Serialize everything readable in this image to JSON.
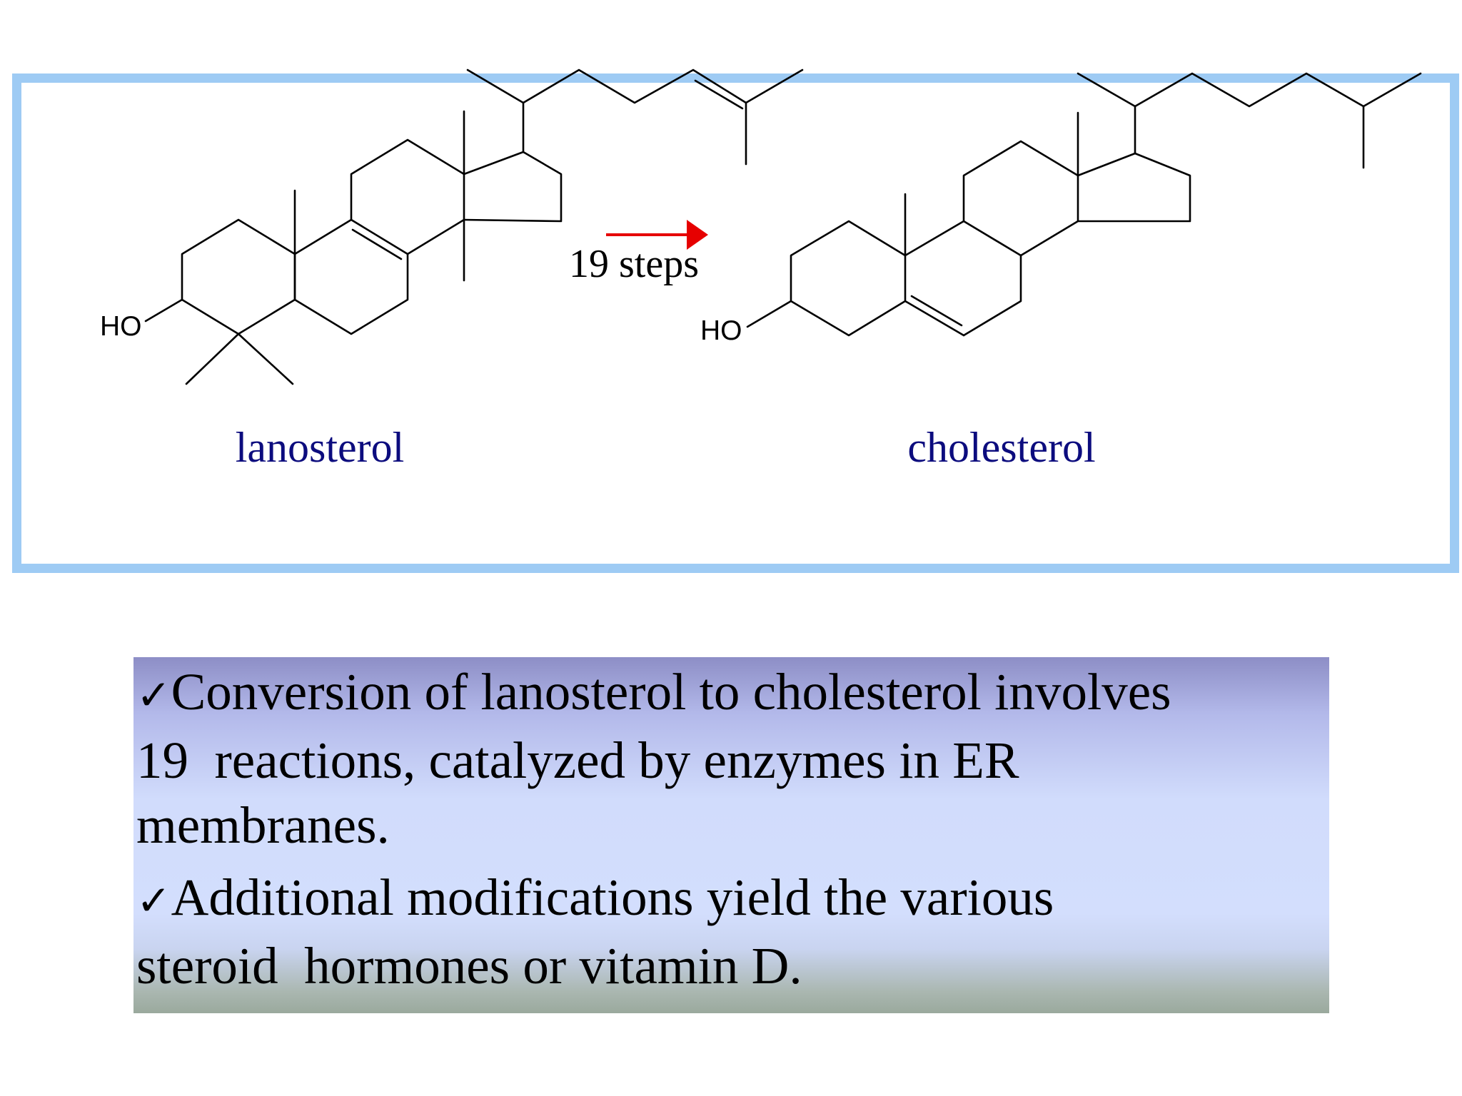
{
  "reaction": {
    "reactant": {
      "name": "lanosterol",
      "hydroxyl_label": "HO"
    },
    "product": {
      "name": "cholesterol",
      "hydroxyl_label": "HO"
    },
    "arrow": {
      "label": "19 steps",
      "color": "#e60000"
    }
  },
  "notes": [
    {
      "icon": "checkmark-icon",
      "symbol": "✓",
      "text": "Conversion of lanosterol to cholesterol involves\n19  reactions, catalyzed by enzymes in ER\nmembranes."
    },
    {
      "icon": "checkmark-icon",
      "symbol": "✓",
      "text": "Additional modifications yield the various\nsteroid  hormones or vitamin D."
    }
  ],
  "colors": {
    "panel_border": "#9ecbf4",
    "compound_name": "#0c0c7e",
    "arrow": "#e60000"
  }
}
